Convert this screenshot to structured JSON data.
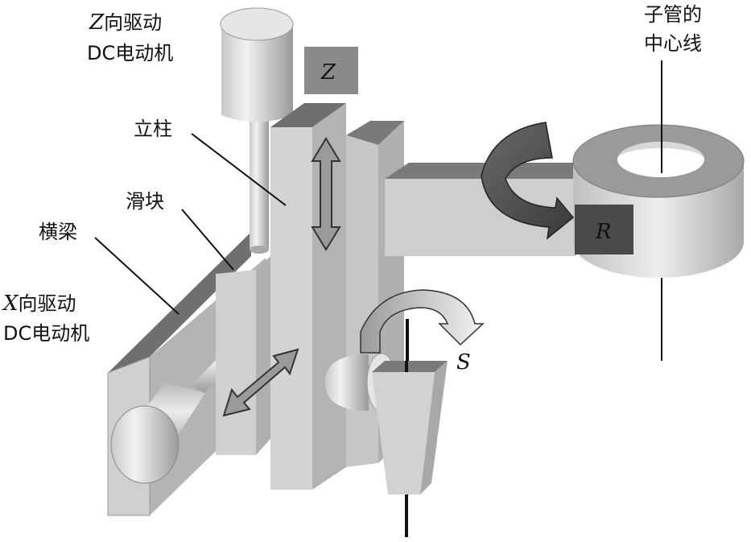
{
  "labels": {
    "z_motor_line1": "Z向驱动",
    "z_motor_line2": "DC电动机",
    "x_motor_line1": "X向驱动",
    "x_motor_line2": "DC电动机",
    "column": "立柱",
    "slider": "滑块",
    "beam": "横梁",
    "tube_centerline_line1": "子管的",
    "tube_centerline_line2": "中心线"
  },
  "axes": {
    "z": "Z",
    "r": "R",
    "s": "S"
  },
  "colors": {
    "light_face": "#d4d4d4",
    "mid_face": "#b9b9b9",
    "dark_face": "#7d7d7d",
    "darkest": "#4a4a4a",
    "line": "#111111"
  }
}
